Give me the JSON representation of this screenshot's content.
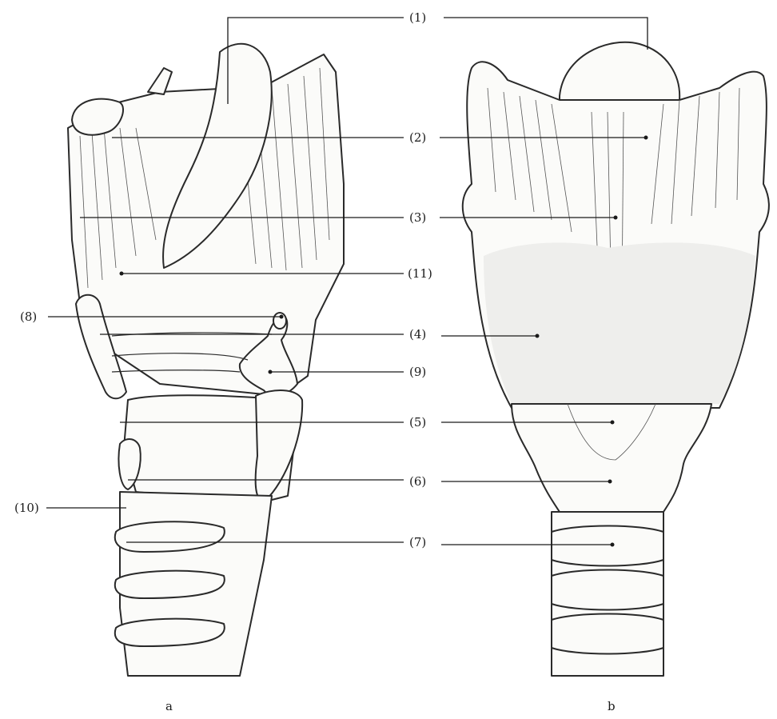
{
  "labels": {
    "l1": "(1)",
    "l2": "(2)",
    "l3": "(3)",
    "l11": "(11)",
    "l8": "(8)",
    "l4": "(4)",
    "l9": "(9)",
    "l5": "(5)",
    "l6": "(6)",
    "l10": "(10)",
    "l7": "(7)"
  },
  "panels": {
    "a": "a",
    "b": "b"
  },
  "colors": {
    "ink": "#2a2a2a",
    "paper": "#ffffff",
    "shade": "#eeeeec"
  }
}
